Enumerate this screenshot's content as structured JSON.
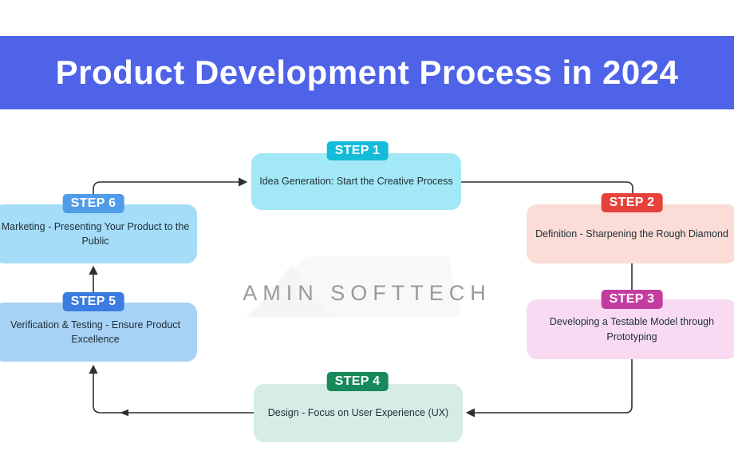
{
  "title": {
    "text": "Product Development Process in 2024",
    "bg_color": "#4e63e8",
    "text_color": "#ffffff"
  },
  "watermark": {
    "text": "AMIN SOFTTECH",
    "color": "#9a9a9a"
  },
  "connector_color": "#2f2f2f",
  "steps": [
    {
      "badge": "STEP 1",
      "text": "Idea Generation: Start the Creative Process",
      "badge_color": "#14bcd9",
      "box_color": "#a3e8f6"
    },
    {
      "badge": "STEP 2",
      "text": "Definition - Sharpening the Rough Diamond",
      "badge_color": "#e6423b",
      "box_color": "#fbdcd6"
    },
    {
      "badge": "STEP 3",
      "text": "Developing a Testable Model through Prototyping",
      "badge_color": "#c33da0",
      "box_color": "#f8dbf2"
    },
    {
      "badge": "STEP 4",
      "text": "Design - Focus on User Experience (UX)",
      "badge_color": "#17895a",
      "box_color": "#d5ede5"
    },
    {
      "badge": "STEP 5",
      "text": "Verification & Testing - Ensure Product Excellence",
      "badge_color": "#3a7ce0",
      "box_color": "#a7d2f6"
    },
    {
      "badge": "STEP 6",
      "text": "Marketing - Presenting Your Product to the Public",
      "badge_color": "#4f9ce8",
      "box_color": "#a5dcf8"
    }
  ]
}
